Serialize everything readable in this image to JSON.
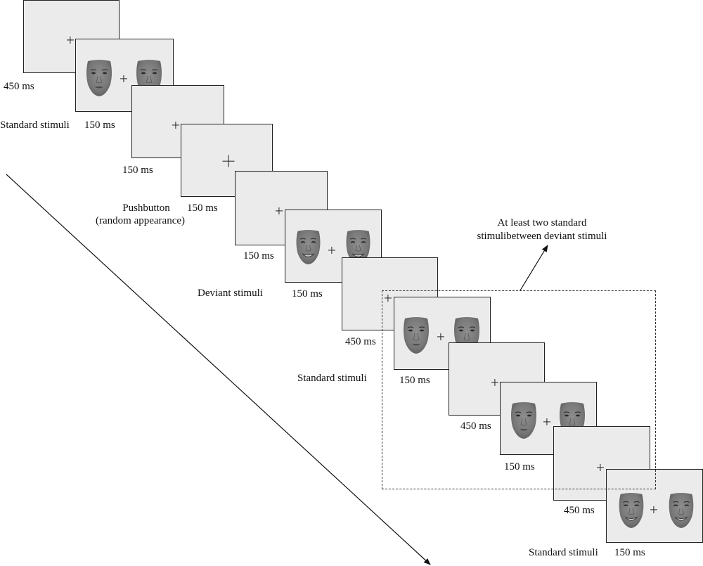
{
  "figure": {
    "type": "oddball paradigm trial sequence",
    "colors": {
      "frame_fill": "#ebebeb",
      "frame_border": "#222222",
      "face_tone": "#7d7d7d",
      "text": "#111111"
    }
  },
  "labels": {
    "f1_duration": "450 ms",
    "f2_caption": "Standard stimuli",
    "f2_duration": "150 ms",
    "f3_duration": "150 ms",
    "f4_caption_line1": "Pushbutton",
    "f4_caption_line2": "(random appearance)",
    "f4_duration": "150 ms",
    "f5_duration": "150 ms",
    "f6_caption": "Deviant stimuli",
    "f6_duration": "150 ms",
    "f7_duration": "450 ms",
    "f8_caption": "Standard stimuli",
    "f8_duration": "150 ms",
    "f9_duration": "450 ms",
    "f10_duration": "150 ms",
    "f11_duration": "450 ms",
    "f12_caption": "Standard stimuli",
    "f12_duration": "150 ms",
    "annotation_line1": "At least two standard",
    "annotation_line2": "stimulibetween deviant stimuli"
  },
  "frames": [
    {
      "id": 1,
      "content": "fixation",
      "duration_ms": 450
    },
    {
      "id": 2,
      "content": "face pair",
      "expression": "neutral",
      "role": "standard",
      "duration_ms": 150
    },
    {
      "id": 3,
      "content": "fixation",
      "duration_ms": 150
    },
    {
      "id": 4,
      "content": "large fixation",
      "role": "pushbutton (random appearance)",
      "duration_ms": 150
    },
    {
      "id": 5,
      "content": "fixation",
      "duration_ms": 150
    },
    {
      "id": 6,
      "content": "face pair",
      "expression": "happy",
      "role": "deviant",
      "duration_ms": 150
    },
    {
      "id": 7,
      "content": "fixation",
      "duration_ms": 450
    },
    {
      "id": 8,
      "content": "face pair",
      "expression": "neutral",
      "role": "standard",
      "duration_ms": 150
    },
    {
      "id": 9,
      "content": "fixation",
      "duration_ms": 450
    },
    {
      "id": 10,
      "content": "face pair",
      "expression": "neutral",
      "role": "standard",
      "duration_ms": 150
    },
    {
      "id": 11,
      "content": "fixation",
      "duration_ms": 450
    },
    {
      "id": 12,
      "content": "face pair",
      "expression": "happy",
      "role": "standard",
      "duration_ms": 150
    }
  ],
  "icons": {
    "time_axis": "diagonal-arrow-icon",
    "annotation_pointer": "arrow-icon",
    "fixation": "plus-icon",
    "face": "face-icon"
  }
}
